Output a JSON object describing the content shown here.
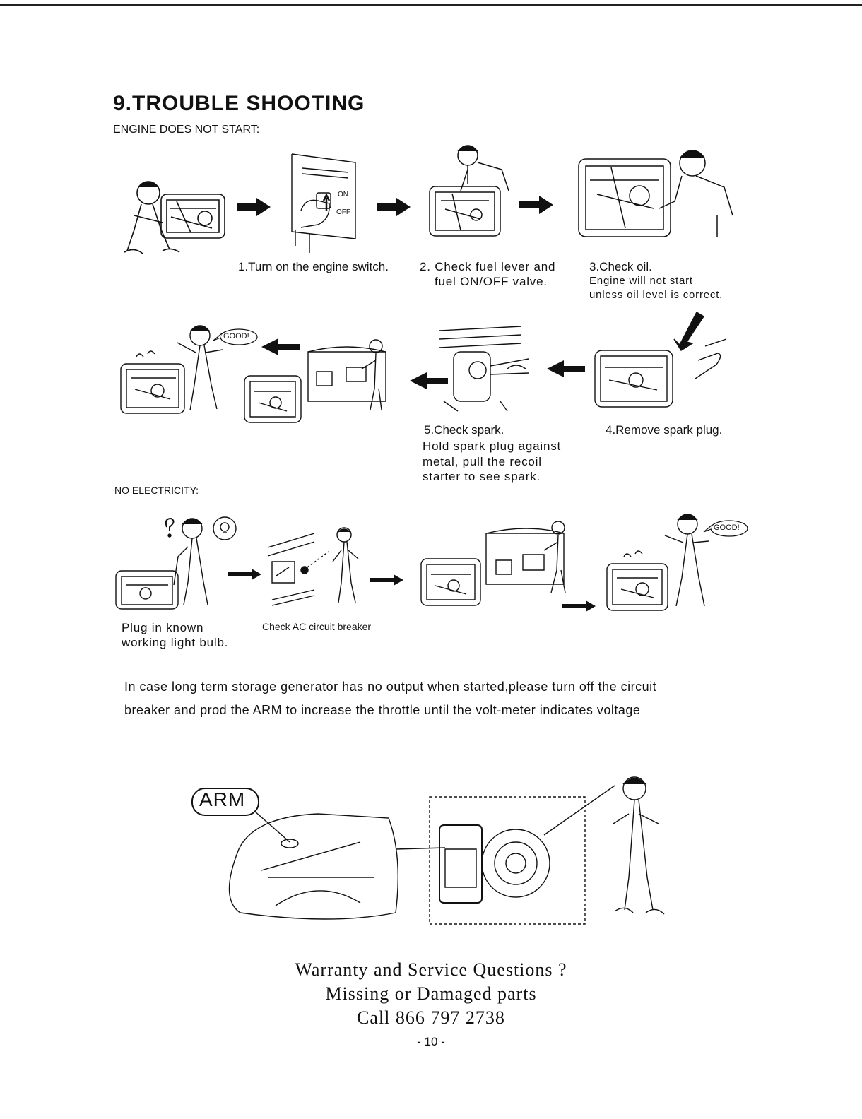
{
  "title": "9.TROUBLE SHOOTING",
  "engine_section_label": "ENGINE DOES NOT START:",
  "steps": {
    "s1": "1.Turn on the engine switch.",
    "s2_line1": "2. Check fuel lever and",
    "s2_line2": "fuel ON/OFF valve.",
    "s3_line1": "3.Check oil.",
    "s3_line2": "Engine will not start",
    "s3_line3": "unless oil level is correct.",
    "s4": "4.Remove spark plug.",
    "s5_line1": "5.Check spark.",
    "s5_line2": "Hold spark plug against",
    "s5_line3": "metal, pull the recoil",
    "s5_line4": "starter  to see spark."
  },
  "switch_labels": {
    "on": "ON",
    "off": "OFF"
  },
  "good_bubble": "GOOD!",
  "no_electricity_label": "NO ELECTRICITY:",
  "elec_captions": {
    "bulb_line1": "Plug in known",
    "bulb_line2": "working light bulb.",
    "breaker": "Check AC circuit breaker"
  },
  "storage_note": {
    "line1": "In case long term storage generator has no output when started,please turn off the circuit",
    "line2": "breaker and prod the ARM to increase the throttle until the volt-meter indicates voltage"
  },
  "arm_label": "ARM",
  "warranty": {
    "line1": "Warranty and Service Questions ?",
    "line2": "Missing or Damaged parts",
    "line3": "Call 866 797 2738"
  },
  "page_number": "- 10 -"
}
